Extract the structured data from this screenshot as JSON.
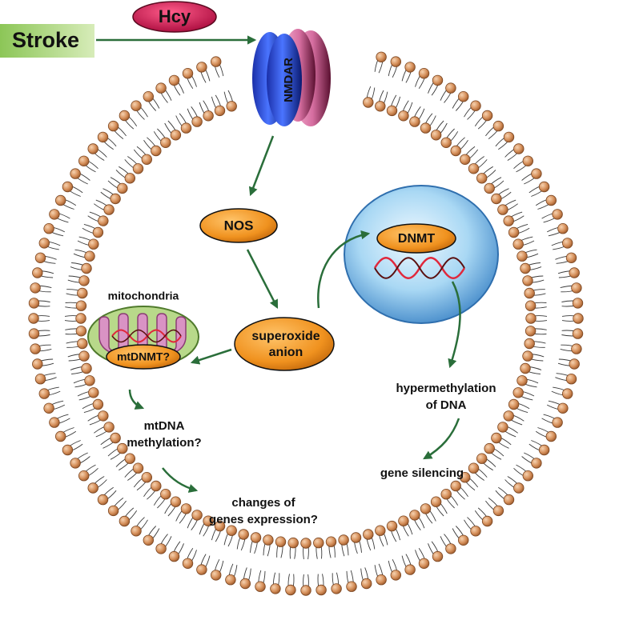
{
  "nodes": {
    "stroke": "Stroke",
    "hcy": "Hcy",
    "nmdar": "NMDAR",
    "nos": "NOS",
    "superoxide": [
      "superoxide",
      "anion"
    ],
    "dnmt": "DNMT",
    "mitochondria": "mitochondria",
    "mtdnmt": "mtDNMT?",
    "mtdna_methylation": [
      "mtDNA",
      "methylation?"
    ],
    "changes_expression": [
      "changes of",
      "genes expression?"
    ],
    "hypermethylation": [
      "hypermethylation",
      "of DNA"
    ],
    "gene_silencing": "gene silencing"
  },
  "colors": {
    "arrow": "#2a6e3a",
    "orange_node": "#f0921f",
    "stroke_box": "#a9d66b",
    "hcy_fill": "#c0124a",
    "lipid_head": "#d58f5a",
    "nucleus": "#8cc8ef",
    "mito_outer": "#b8d98a",
    "mito_inner": "#d993c4",
    "dna_red": "#e0283c"
  }
}
